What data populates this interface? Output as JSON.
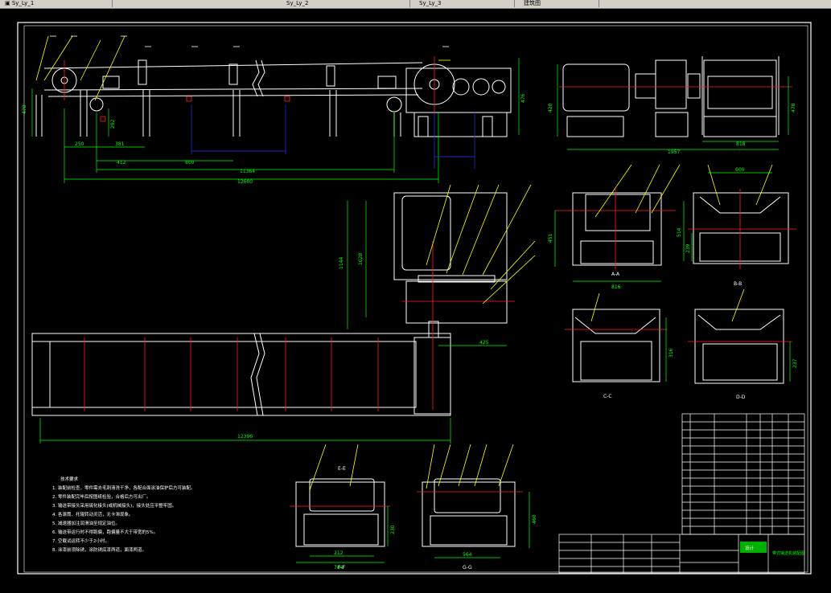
{
  "tabs": [
    {
      "label": "▣ Sy_Ly_1"
    },
    {
      "label": "Sy_Ly_2"
    },
    {
      "label": "Sy_Ly_3"
    },
    {
      "label": "建筑图"
    }
  ],
  "dimensions": {
    "height_478_left": "478",
    "d_292": "292",
    "d_250": "250",
    "d_381": "381",
    "d_412": "412",
    "d_800": "800",
    "d_11364": "11364",
    "d_12600": "12600",
    "height_476": "476",
    "motor_420": "420",
    "motor_1957": "1957",
    "motor_818": "818",
    "motor_478": "478",
    "plan_1144": "1144",
    "plan_1028": "1028",
    "plan_425": "425",
    "plan_12396": "12396",
    "sec_451": "451",
    "sec_816": "816",
    "sec_600": "600",
    "sec_514": "514",
    "sec_239": "239",
    "sec_316": "316",
    "sec_237": "237",
    "bot_212": "212",
    "bot_784": "784",
    "bot_230": "230",
    "bot_564": "564",
    "bot_460": "460"
  },
  "section_labels": [
    "A-A",
    "B-B",
    "C-C",
    "D-D",
    "E-E",
    "F-F",
    "G-G"
  ],
  "tech_notes": {
    "title": "技术要求",
    "lines": [
      "1. 装配前检查，零件需去毛刺清洗干净，各配合面涂油保护后方可装配。",
      "2. 零件装配完毕后按图纸检验，合格后方可出厂。",
      "3. 输送带接头采用硫化接头(或机械接头)，接头处应平整牢固。",
      "4. 各滚筒、托辊转动灵活，无卡滞现象。",
      "5. 减速器加注润滑油至规定油位。",
      "6. 输送带运行时不得跑偏，跑偏量不大于带宽的5%。",
      "7. 空载试运转不少于2小时。",
      "8. 涂漆前须除锈，涂防锈底漆两道，面漆两道。"
    ]
  },
  "title_block": {
    "drawing_title": "带式输送机装配图",
    "seal": "设计"
  },
  "colors": {
    "line": "#ffffff",
    "dimension": "#00ff00",
    "centerline": "#ff2020",
    "leader": "#ffff00",
    "dim_blue": "#3030ff",
    "background": "#000000"
  }
}
